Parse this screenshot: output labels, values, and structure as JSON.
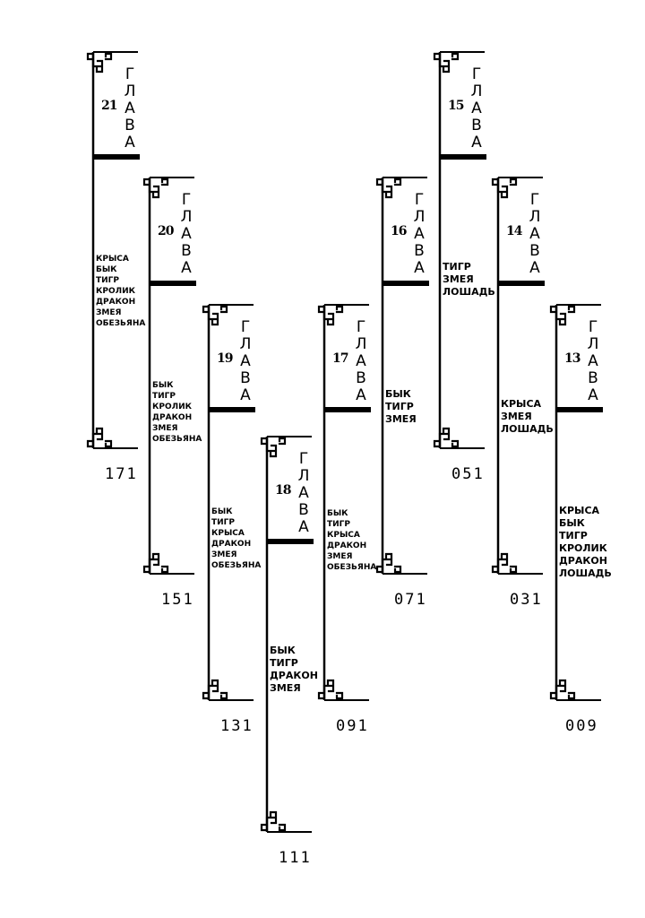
{
  "chapters": [
    {
      "key": "c21",
      "title": "ГЛАВА",
      "number": "21",
      "animals": [
        "КРЫСА",
        "БЫК",
        "ТИГР",
        "КРОЛИК",
        "ДРАКОН",
        "ЗМЕЯ",
        "ОБЕЗЬЯНА"
      ],
      "page": "171"
    },
    {
      "key": "c20",
      "title": "ГЛАВА",
      "number": "20",
      "animals": [
        "БЫК",
        "ТИГР",
        "КРОЛИК",
        "ДРАКОН",
        "ЗМЕЯ",
        "ОБЕЗЬЯНА"
      ],
      "page": "151"
    },
    {
      "key": "c19",
      "title": "ГЛАВА",
      "number": "19",
      "animals": [
        "БЫК",
        "ТИГР",
        "КРЫСА",
        "ДРАКОН",
        "ЗМЕЯ",
        "ОБЕЗЬЯНА"
      ],
      "page": "131"
    },
    {
      "key": "c18",
      "title": "ГЛАВА",
      "number": "18",
      "animals": [
        "БЫК",
        "ТИГР",
        "ДРАКОН",
        "ЗМЕЯ"
      ],
      "page": "111"
    },
    {
      "key": "c17",
      "title": "ГЛАВА",
      "number": "17",
      "animals": [
        "БЫК",
        "ТИГР",
        "КРЫСА",
        "ДРАКОН",
        "ЗМЕЯ",
        "ОБЕЗЬЯНА"
      ],
      "page": "091"
    },
    {
      "key": "c16",
      "title": "ГЛАВА",
      "number": "16",
      "animals": [
        "БЫК",
        "ТИГР",
        "ЗМЕЯ"
      ],
      "page": "071"
    },
    {
      "key": "c15",
      "title": "ГЛАВА",
      "number": "15",
      "animals": [
        "ТИГР",
        "ЗМЕЯ",
        "ЛОШАДЬ"
      ],
      "page": "051"
    },
    {
      "key": "c14",
      "title": "ГЛАВА",
      "number": "14",
      "animals": [
        "КРЫСА",
        "ЗМЕЯ",
        "ЛОШАДЬ"
      ],
      "page": "031"
    },
    {
      "key": "c13",
      "title": "ГЛАВА",
      "number": "13",
      "animals": [
        "КРЫСА",
        "БЫК",
        "ТИГР",
        "КРОЛИК",
        "ДРАКОН",
        "ЛОШАДЬ"
      ],
      "page": "009"
    }
  ]
}
